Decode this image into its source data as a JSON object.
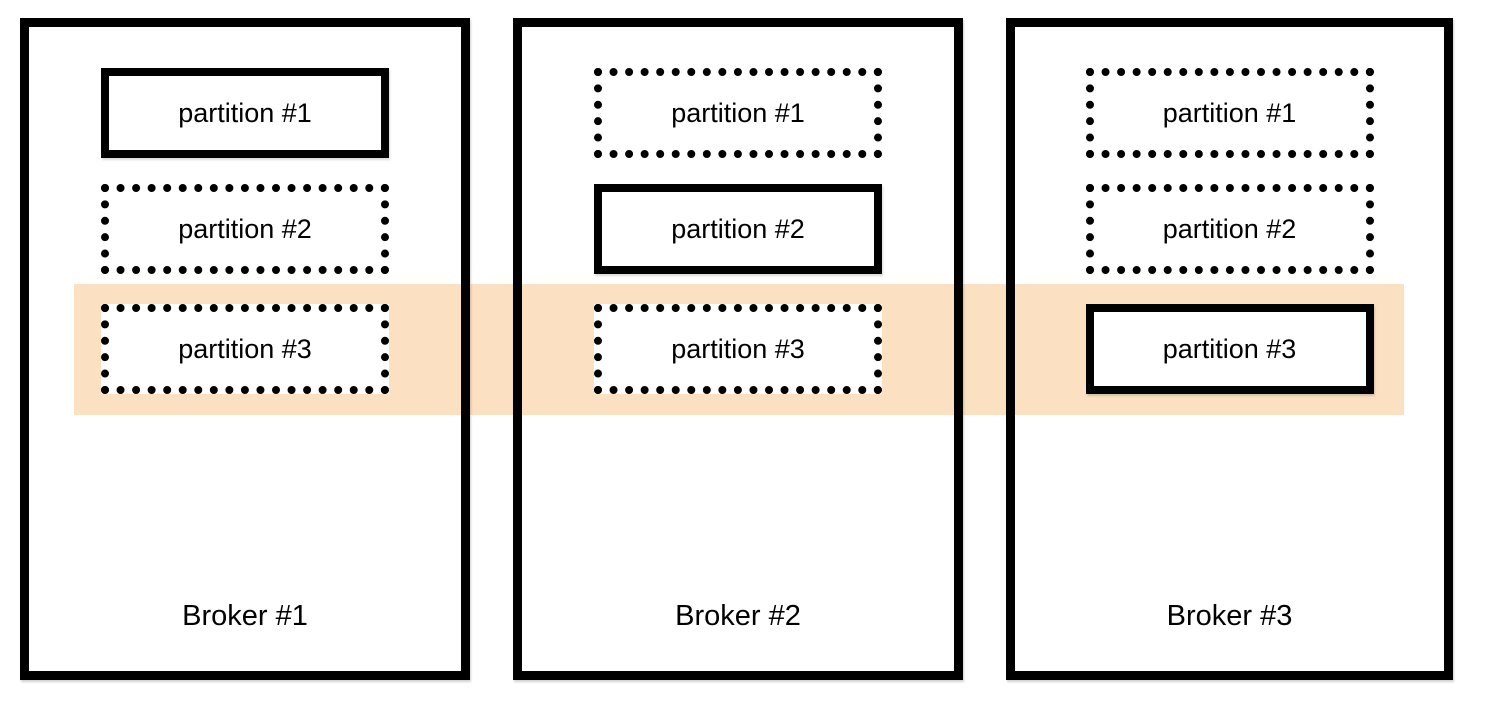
{
  "diagram": {
    "type": "broker-partition-replication-diagram",
    "highlight": {
      "color": "#fce0c2",
      "row_label": "partition #3"
    },
    "brokers": [
      {
        "label": "Broker #1",
        "partitions": [
          {
            "label": "partition #1",
            "style": "solid"
          },
          {
            "label": "partition #2",
            "style": "dotted"
          },
          {
            "label": "partition #3",
            "style": "dotted"
          }
        ]
      },
      {
        "label": "Broker #2",
        "partitions": [
          {
            "label": "partition #1",
            "style": "dotted"
          },
          {
            "label": "partition #2",
            "style": "solid"
          },
          {
            "label": "partition #3",
            "style": "dotted"
          }
        ]
      },
      {
        "label": "Broker #3",
        "partitions": [
          {
            "label": "partition #1",
            "style": "dotted"
          },
          {
            "label": "partition #2",
            "style": "dotted"
          },
          {
            "label": "partition #3",
            "style": "solid"
          }
        ]
      }
    ]
  }
}
